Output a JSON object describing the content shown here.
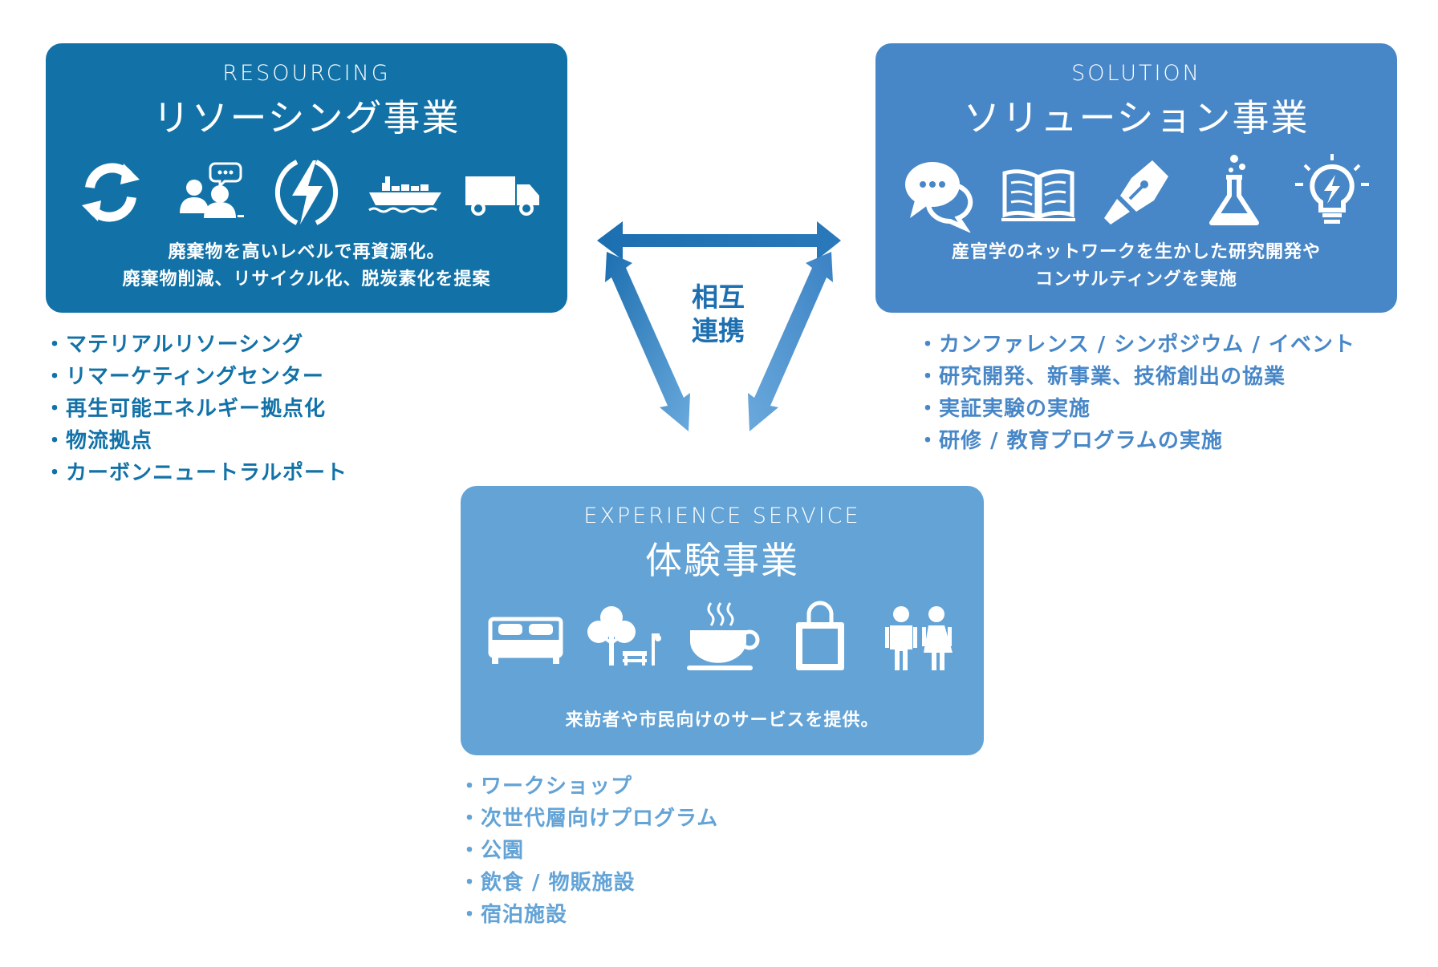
{
  "colors": {
    "resourcing": "#1272a8",
    "solution": "#4887c7",
    "experience": "#63a3d6",
    "arrow_dark": "#1c6fb0",
    "arrow_light": "#6aa9dc"
  },
  "resourcing": {
    "en": "RESOURCING",
    "ja": "リソーシング事業",
    "icons": [
      "recycle-icon",
      "consultation-icon",
      "energy-bolt-icon",
      "cargo-ship-icon",
      "truck-icon"
    ],
    "desc": [
      "廃棄物を高いレベルで再資源化。",
      "廃棄物削減、リサイクル化、脱炭素化を提案"
    ],
    "items": [
      "・マテリアルリソーシング",
      "・リマーケティングセンター",
      "・再生可能エネルギー拠点化",
      "・物流拠点",
      "・カーボンニュートラルポート"
    ]
  },
  "solution": {
    "en": "SOLUTION",
    "ja": "ソリューション事業",
    "icons": [
      "chat-bubbles-icon",
      "open-book-icon",
      "pen-nib-icon",
      "flask-icon",
      "lightbulb-icon"
    ],
    "desc": [
      "産官学のネットワークを生かした研究開発や",
      "コンサルティングを実施"
    ],
    "items": [
      "・カンファレンス / シンポジウム / イベント",
      "・研究開発、新事業、技術創出の協業",
      "・実証実験の実施",
      "・研修 / 教育プログラムの実施"
    ]
  },
  "experience": {
    "en": "EXPERIENCE SERVICE",
    "ja": "体験事業",
    "icons": [
      "bed-icon",
      "park-icon",
      "coffee-cup-icon",
      "shopping-bag-icon",
      "people-icon"
    ],
    "desc": [
      "来訪者や市民向けのサービスを提供。"
    ],
    "items": [
      "・ワークショップ",
      "・次世代層向けプログラム",
      "・公園",
      "・飲食 / 物販施設",
      "・宿泊施設"
    ]
  },
  "center": {
    "line1": "相互",
    "line2": "連携"
  }
}
